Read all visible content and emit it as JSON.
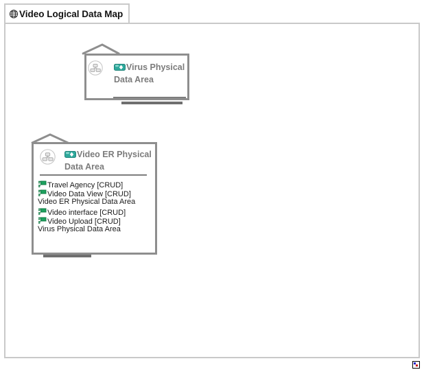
{
  "tab": {
    "title": "Video Logical Data Map"
  },
  "packages": [
    {
      "title": "Virus Physical Data Area",
      "items": []
    },
    {
      "title": "Video ER Physical Data Area",
      "items": [
        {
          "label": "Travel Agency [CRUD]",
          "icon": "table-icon"
        },
        {
          "label": "Video Data View [CRUD]",
          "icon": "table-icon"
        },
        {
          "label": "Video ER Physical Data Area",
          "icon": "none"
        },
        {
          "label": "Video interface [CRUD]",
          "icon": "table-icon"
        },
        {
          "label": "Video Upload [CRUD]",
          "icon": "table-icon"
        },
        {
          "label": "Virus Physical Data Area",
          "icon": "none"
        }
      ]
    }
  ],
  "icons": {
    "tab_icon": "globe-icon",
    "package_header_icon": "sitemap-circle-icon",
    "package_title_icon": "data-area-icon",
    "member_icon": "table-icon",
    "corner_icon": "broken-image-icon"
  },
  "colors": {
    "accent_teal": "#2FA99C",
    "entity_green": "#1EA25F",
    "shape_border": "#8E8E8E",
    "shape_shadow": "#6F6F6F",
    "header_text": "#7B7B7B",
    "canvas_border": "#C9C9C9",
    "list_text": "#1A1A1A"
  }
}
